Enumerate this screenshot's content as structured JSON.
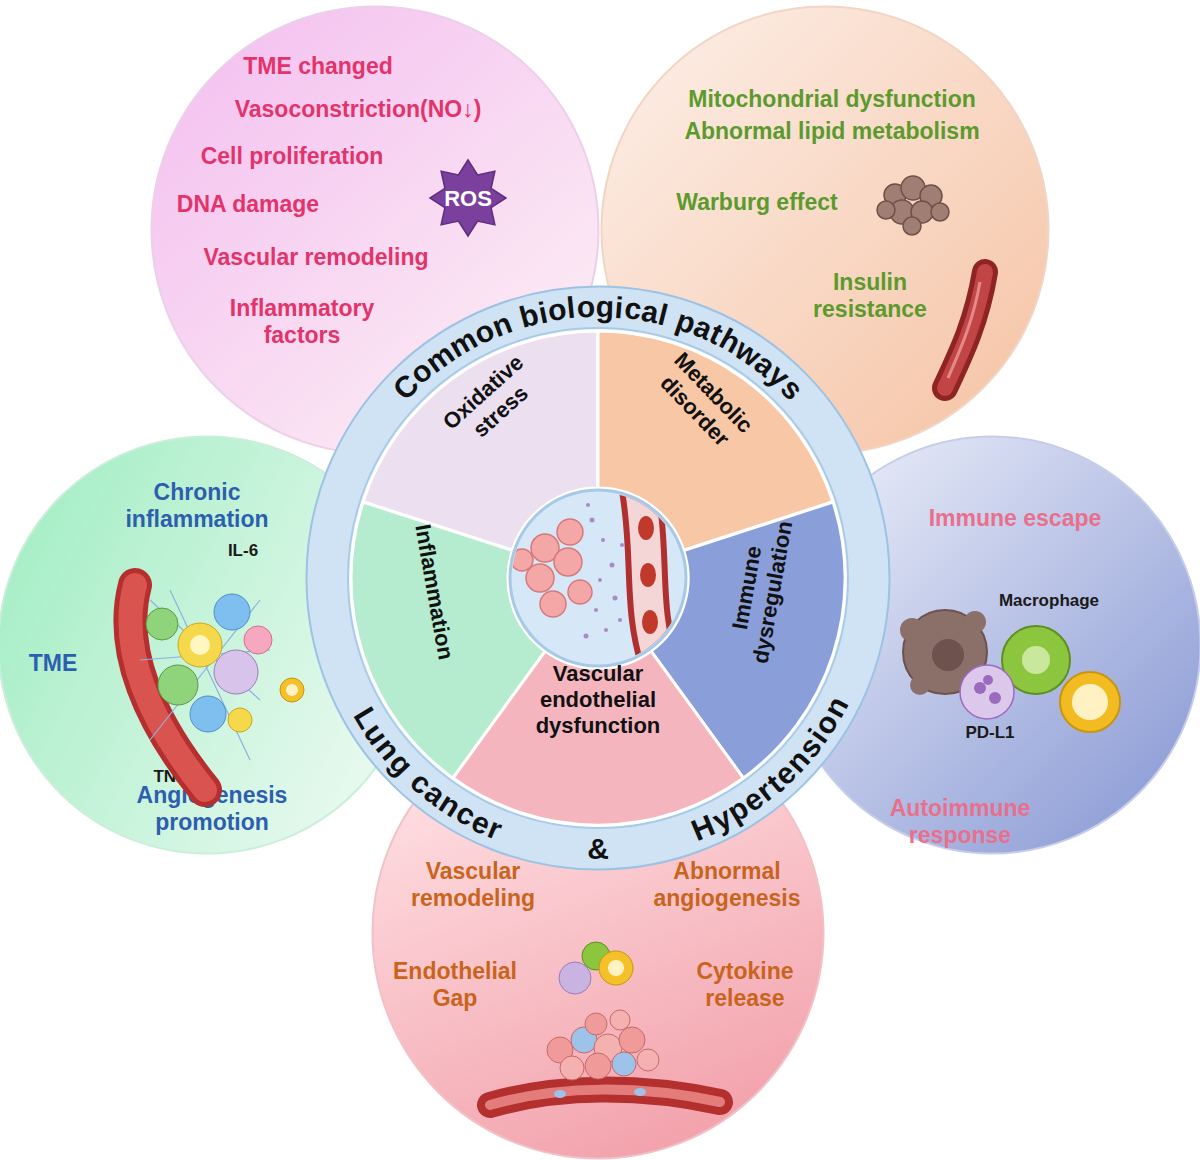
{
  "diagram": {
    "nodes": [
      {
        "text": [
          "TME changed",
          "Vasoconstriction(NO↓)",
          "Cell proliferation",
          "DNA damage",
          "Vascular remodeling",
          "Inflammatory factors"
        ]
      },
      {
        "text": [
          "ROS"
        ],
        "in": 0
      },
      {
        "text": [
          "Mitochondrial dysfunction",
          "Abnormal lipid metabolism",
          "Warburg effect",
          "Insulin resistance"
        ]
      },
      {
        "text": [
          "Chronic inflammation",
          "IL-6",
          "TME",
          "TNF-α",
          "Angiogenesis promotion"
        ]
      },
      {
        "text": [
          "Common biological pathways",
          "Lung cancer",
          "&",
          "Hypertension"
        ]
      },
      {
        "text": [
          "Oxidative stress"
        ],
        "in": 4
      },
      {
        "text": [
          "Metabolic disorder"
        ],
        "in": 4
      },
      {
        "text": [
          "Inflammation"
        ],
        "in": 4
      },
      {
        "text": [
          "Immune dysregulation"
        ],
        "in": 4
      },
      {
        "text": [
          "Vascular endothelial dysfunction"
        ],
        "in": 4
      },
      {
        "text": [
          "Immune escape",
          "Macrophage",
          "PD-L1",
          "Autoimmune response"
        ]
      },
      {
        "text": [
          "Vascular remodeling",
          "Abnormal angiogenesis",
          "Endothelial Gap",
          "Cytokine release"
        ]
      }
    ]
  }
}
